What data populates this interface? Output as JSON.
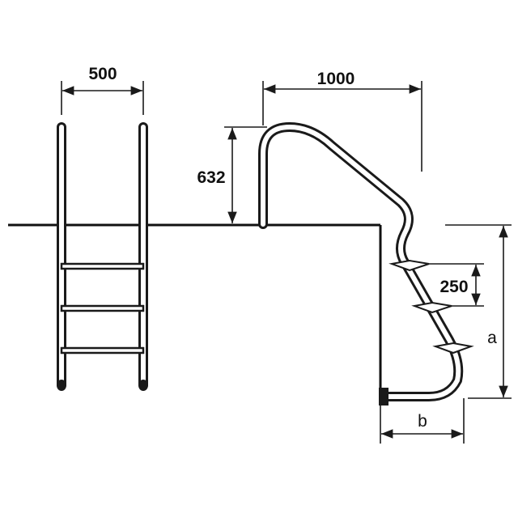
{
  "dimensions": {
    "ladder_width": "500",
    "handrail_reach": "1000",
    "handrail_height": "632",
    "step_spacing": "250",
    "height_var": "a",
    "base_var": "b"
  },
  "colors": {
    "line": "#1a1a1a",
    "background": "#ffffff"
  }
}
